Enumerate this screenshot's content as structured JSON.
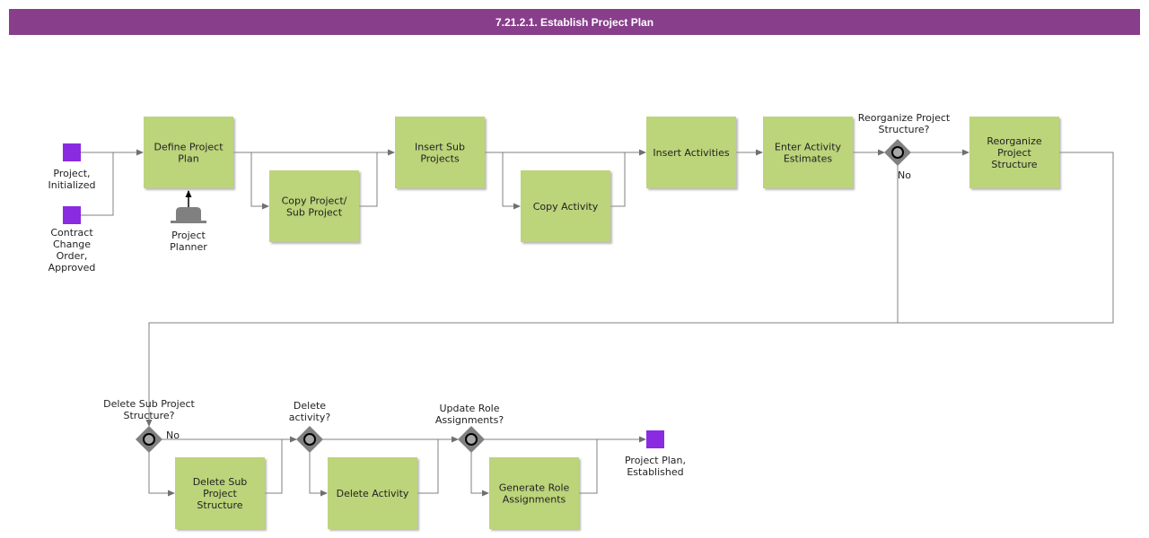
{
  "title": "7.21.2.1. Establish Project Plan",
  "colors": {
    "title_bar": "#883e8b",
    "task_fill": "#bcd47a",
    "event_fill": "#8a2be2",
    "gateway_fill": "#808080",
    "connector": "#808080"
  },
  "tasks": {
    "define_project_plan": [
      "Define Project",
      "Plan"
    ],
    "copy_project": [
      "Copy Project/",
      "Sub Project"
    ],
    "insert_sub_projects": [
      "Insert Sub",
      "Projects"
    ],
    "copy_activity": [
      "Copy Activity"
    ],
    "insert_activities": [
      "Insert Activities"
    ],
    "enter_activity_estimates": [
      "Enter Activity",
      "Estimates"
    ],
    "reorganize_project_structure": [
      "Reorganize",
      "Project",
      "Structure"
    ],
    "delete_sub_project_structure": [
      "Delete Sub",
      "Project",
      "Structure"
    ],
    "delete_activity": [
      "Delete Activity"
    ],
    "generate_role_assignments": [
      "Generate Role",
      "Assignments"
    ]
  },
  "events": {
    "project_initialized": [
      "Project,",
      "Initialized"
    ],
    "contract_change_order": [
      "Contract",
      "Change",
      "Order,",
      "Approved"
    ],
    "project_plan_established": [
      "Project Plan,",
      "Established"
    ]
  },
  "gateways": {
    "reorganize": {
      "question": [
        "Reorganize Project",
        "Structure?"
      ],
      "branch": "No"
    },
    "delete_sub_project": {
      "question": [
        "Delete Sub Project",
        "Structure?"
      ],
      "branch": "No"
    },
    "delete_activity": {
      "question": [
        "Delete",
        "activity?"
      ]
    },
    "update_role": {
      "question": [
        "Update Role",
        "Assignments?"
      ]
    }
  },
  "performer": {
    "name": [
      "Project",
      "Planner"
    ],
    "icon": "role-icon"
  }
}
